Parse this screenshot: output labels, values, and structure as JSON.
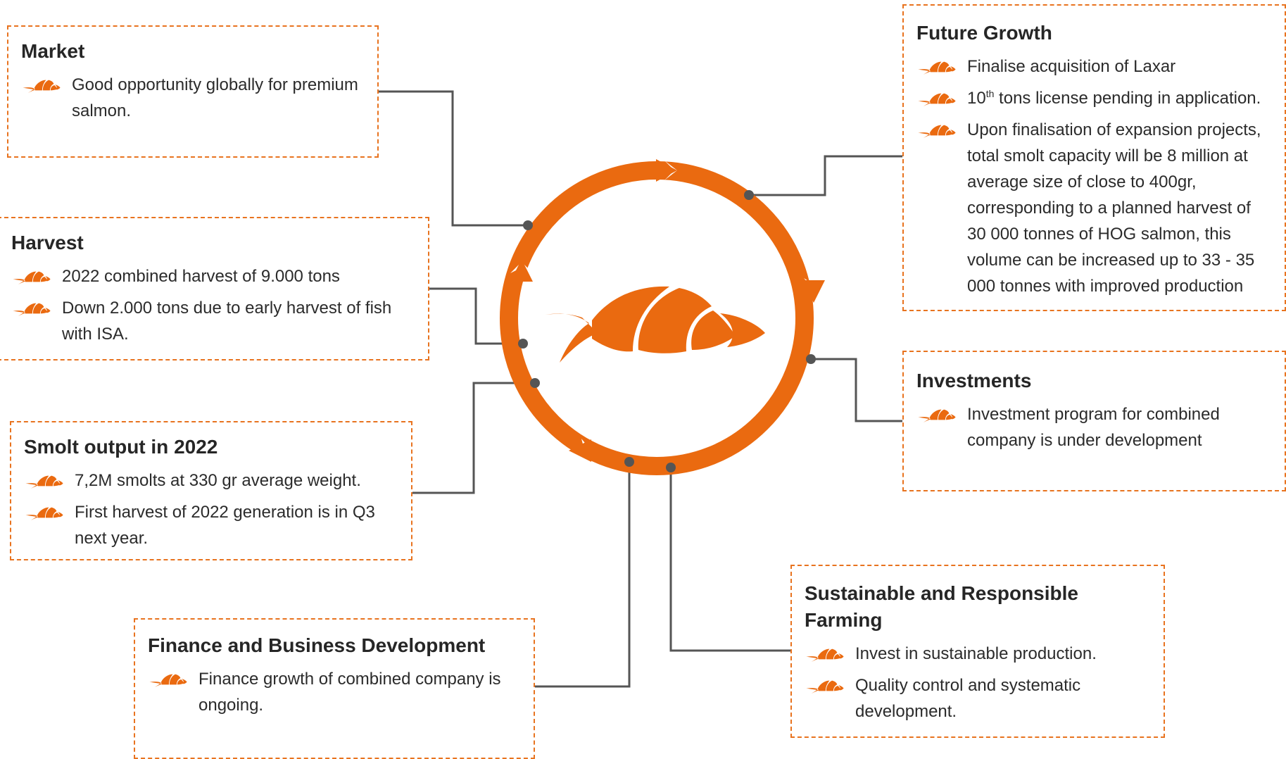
{
  "colors": {
    "accent": "#e8731f",
    "ring": "#ea6a10",
    "connector": "#555555"
  },
  "boxes": {
    "market": {
      "title": "Market",
      "items": [
        "Good opportunity globally for premium salmon."
      ]
    },
    "harvest": {
      "title": "Harvest",
      "items": [
        "2022 combined harvest of 9.000 tons",
        "Down 2.000 tons due to early harvest of fish with ISA."
      ]
    },
    "smolt": {
      "title": "Smolt output in 2022",
      "items": [
        "7,2M smolts at 330 gr average weight.",
        "First harvest of 2022 generation is in Q3 next year."
      ]
    },
    "finance": {
      "title": "Finance and Business Development",
      "items": [
        "Finance growth of combined company is ongoing."
      ]
    },
    "future": {
      "title": "Future Growth",
      "items": [
        "Finalise acquisition of Laxar",
        {
          "pre": "10",
          "sup": "th",
          "post": " tons license pending in application."
        },
        "Upon finalisation of expansion projects, total smolt capacity will be 8 million at average size of close to 400gr, corresponding to a planned harvest of 30 000 tonnes of HOG salmon, this volume can be increased up to 33 - 35 000 tonnes with improved production"
      ]
    },
    "investments": {
      "title": "Investments",
      "items": [
        "Investment program for combined company is under development"
      ]
    },
    "sustainable": {
      "title": "Sustainable and Responsible Farming",
      "items": [
        "Invest in sustainable production.",
        "Quality control and systematic development."
      ]
    }
  },
  "icons": {
    "bullet": "salmon-bullet-icon",
    "center": "salmon-icon",
    "ring": "cycle-arrows-icon"
  }
}
